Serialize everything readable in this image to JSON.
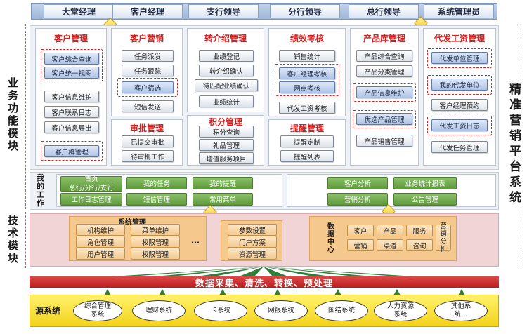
{
  "roles": [
    "大堂经理",
    "客户经理",
    "支行领导",
    "分行领导",
    "总行领导",
    "系统管理员"
  ],
  "side_labels": {
    "business": "业务功能模块",
    "tech": "技术模块",
    "platform": "精准营销平台系统"
  },
  "modules": {
    "customer_mgmt": {
      "title": "客户管理",
      "items": [
        "客户综合查询",
        "客户统一视图",
        "客户信息维护",
        "客户联系日志",
        "客户信息导出",
        "客户群管理"
      ]
    },
    "customer_marketing": {
      "title": "客户营销",
      "items": [
        "任务派发",
        "任务跟踪",
        "客户筛选",
        "短信发送"
      ]
    },
    "approval": {
      "title": "审批管理",
      "items": [
        "已提交审批",
        "待审批工作"
      ]
    },
    "referral": {
      "title": "转介绍管理",
      "items": [
        "业绩登记",
        "转介绍确认",
        "待匹配业绩确认",
        "业绩统计"
      ]
    },
    "points": {
      "title": "积分管理",
      "items": [
        "积分查询",
        "礼品管理",
        "增值服务项目"
      ]
    },
    "performance": {
      "title": "绩效考核",
      "items": [
        "销售统计",
        "客户经理考核",
        "网点考核",
        "代发工资考核"
      ]
    },
    "reminder": {
      "title": "提醒管理",
      "items": [
        "提醒定制",
        "提醒列表"
      ]
    },
    "product": {
      "title": "产品库管理",
      "items": [
        "产品综合查询",
        "产品分类管理",
        "产品信息维护",
        "优选产品管理",
        "产品销售管理"
      ]
    },
    "payroll": {
      "title": "代发工资管理",
      "items": [
        "代发单位管理",
        "我的代发单位",
        "客户经理预约",
        "代发工资日志",
        "代发任务管理"
      ]
    }
  },
  "workbench": {
    "title": "我的工作",
    "home": "首页\n总行/分行/支行",
    "items": [
      "工作日志管理",
      "我的任务",
      "短信管理",
      "我的提醒",
      "常用菜单",
      "客户分析",
      "业务统计报表",
      "营销分析",
      "公告管理"
    ]
  },
  "tech": {
    "sysmgmt": {
      "title": "系统管理",
      "items": [
        "机构维护",
        "菜单维护",
        "角色管理",
        "权限管理",
        "用户管理",
        "权限管理"
      ],
      "ellipsis": "…"
    },
    "params": [
      "参数设置",
      "门户方案",
      "资源管理"
    ],
    "data_center": {
      "title": "数据中心",
      "items": [
        "客户",
        "产品",
        "服务",
        "营销",
        "渠道",
        "咨询"
      ],
      "extra": "营销分析"
    }
  },
  "etl_bar": "数据采集、清洗、转换、预处理",
  "source": {
    "title": "源系统",
    "items": [
      "综合管理\n系统",
      "理财系统",
      "卡系统",
      "网银系统",
      "国结系统",
      "人力资源\n系统",
      "其他系\n统…"
    ]
  },
  "colors": {
    "accent_red": "#d42020",
    "tech_bg": "#f0d4d6",
    "workbench_green": "#5e9a3a",
    "source_yellow": "#f3d21b"
  }
}
